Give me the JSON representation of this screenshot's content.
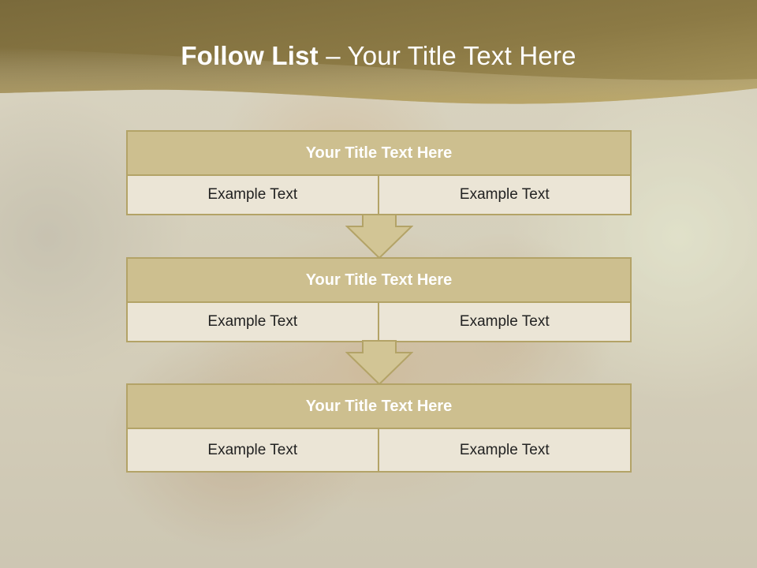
{
  "slide": {
    "title_bold": "Follow List",
    "title_rest": "– Your Title Text Here"
  },
  "blocks": [
    {
      "title": "Your Title Text Here",
      "cells": [
        "Example Text",
        "Example Text"
      ]
    },
    {
      "title": "Your Title Text Here",
      "cells": [
        "Example Text",
        "Example Text"
      ]
    },
    {
      "title": "Your Title Text Here",
      "cells": [
        "Example Text",
        "Example Text"
      ]
    }
  ],
  "colors": {
    "header_band_dark": "#7f6f3f",
    "header_band_light": "#b5a268",
    "block_title_fill": "#cdbf8f",
    "block_border": "#b3a367",
    "cell_fill": "#ebe5d6",
    "arrow_fill": "#d2c595"
  },
  "icons": {
    "connector": "down-arrow-icon"
  }
}
